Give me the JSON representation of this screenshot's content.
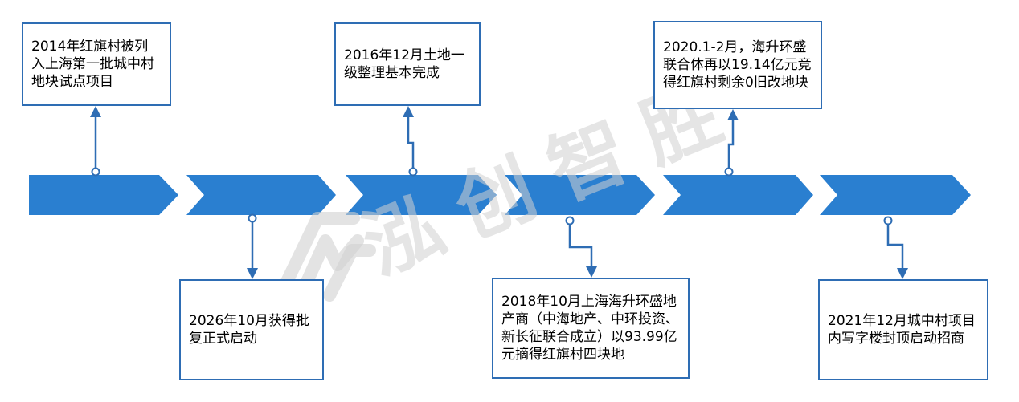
{
  "colors": {
    "arrow": "#2a7fd0",
    "connector": "#2e6db4",
    "box_border": "#2e6db4",
    "watermark": "#d0d0d0"
  },
  "events": [
    {
      "text": "2014年红旗村被列入上海第一批城中村地块试点项目",
      "position": "above"
    },
    {
      "text": "2026年10月获得批复正式启动",
      "position": "below"
    },
    {
      "text": "2016年12月土地一级整理基本完成",
      "position": "above"
    },
    {
      "text": "2018年10月上海海升环盛地产商（中海地产、中环投资、新长征联合成立）以93.99亿元摘得红旗村四块地",
      "position": "below"
    },
    {
      "text": "2020.1-2月，海升环盛联合体再以19.14亿元竞得红旗村剩余0旧改地块",
      "position": "above"
    },
    {
      "text": "2021年12月城中村项目内写字楼封顶启动招商",
      "position": "below"
    }
  ],
  "watermark": {
    "logo_icon": "rc-logo-icon",
    "text": "泓创智胜"
  }
}
